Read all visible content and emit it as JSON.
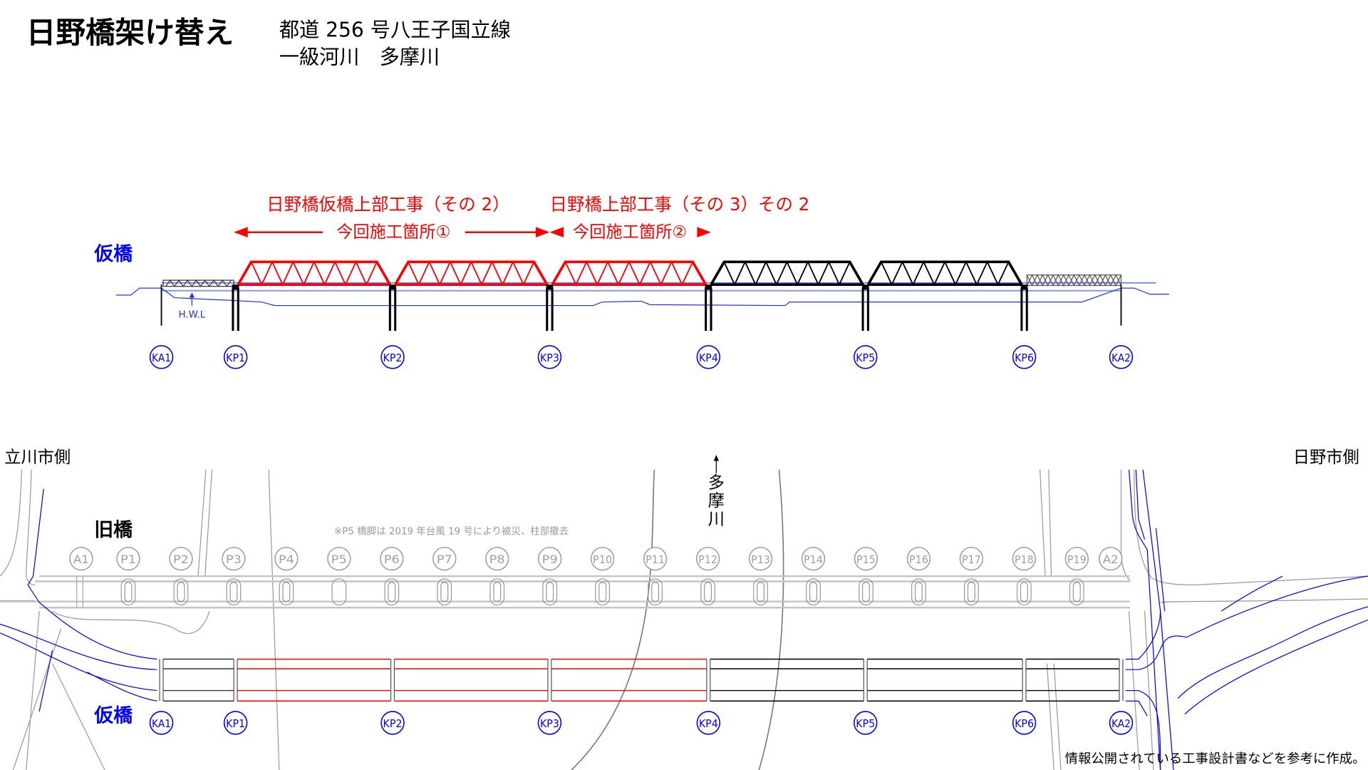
{
  "header": {
    "title": "日野橋架け替え",
    "subtitle_line1": "都道 256 号八王子国立線",
    "subtitle_line2": "一級河川　多摩川"
  },
  "elevation": {
    "section_label": "仮橋",
    "project_1": "日野橋仮橋上部工事（その 2）",
    "project_2": "日野橋上部工事（その 3）その 2",
    "site_1": "今回施工箇所①",
    "site_2": "今回施工箇所②",
    "hwl_label": "H.W.L",
    "supports": [
      "KA1",
      "KP1",
      "KP2",
      "KP3",
      "KP4",
      "KP5",
      "KP6",
      "KA2"
    ],
    "spans": [
      {
        "from": "KP1",
        "to": "KP2",
        "color": "#ff0000"
      },
      {
        "from": "KP2",
        "to": "KP3",
        "color": "#ff0000"
      },
      {
        "from": "KP3",
        "to": "KP4",
        "color": "#ff0000"
      },
      {
        "from": "KP4",
        "to": "KP5",
        "color": "#000000"
      },
      {
        "from": "KP5",
        "to": "KP6",
        "color": "#000000"
      }
    ]
  },
  "plan": {
    "left_side": "立川市側",
    "right_side": "日野市側",
    "river_chars": [
      "多",
      "摩",
      "川"
    ],
    "old_bridge_label": "旧橋",
    "note": "※P5 橋脚は 2019 年台風 19 号により被災、柱部撤去",
    "old_supports": [
      "A1",
      "P1",
      "P2",
      "P3",
      "P4",
      "P5",
      "P6",
      "P7",
      "P8",
      "P9",
      "P10",
      "P11",
      "P12",
      "P13",
      "P14",
      "P15",
      "P16",
      "P17",
      "P18",
      "P19",
      "A2"
    ],
    "temp_bridge_label": "仮橋",
    "temp_supports": [
      "KA1",
      "KP1",
      "KP2",
      "KP3",
      "KP4",
      "KP5",
      "KP6",
      "KA2"
    ]
  },
  "footer": "情報公開されている工事設計書などを参考に作成。",
  "colors": {
    "red": "#ff0000",
    "blue": "#0000ff",
    "gray": "#a0a0a0"
  }
}
